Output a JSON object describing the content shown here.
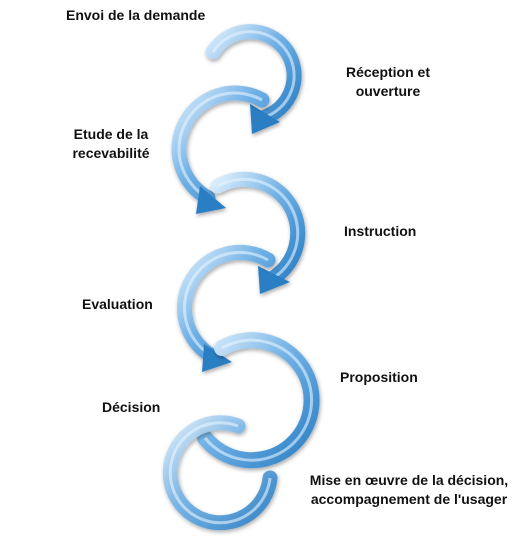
{
  "steps": [
    {
      "label": "Envoi de la demande"
    },
    {
      "label": "Réception et\nouverture"
    },
    {
      "label": "Etude de la\nrecevabilité"
    },
    {
      "label": "Instruction"
    },
    {
      "label": "Evaluation"
    },
    {
      "label": "Proposition"
    },
    {
      "label": "Décision"
    },
    {
      "label": "Mise en œuvre de la décision,\naccompagnement de l'usager"
    }
  ],
  "colors": {
    "arrow_dark": "#2b7fc4",
    "arrow_light": "#9fcdf0",
    "arrow_highlight": "#e6f3fd",
    "text": "#111111"
  }
}
